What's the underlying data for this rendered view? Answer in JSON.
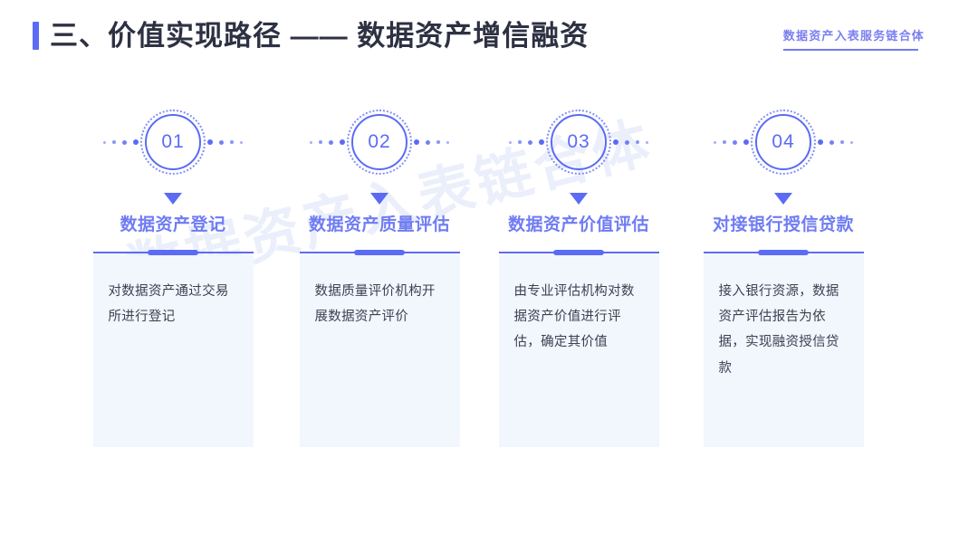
{
  "header": {
    "title": "三、价值实现路径 ——  数据资产增信融资",
    "brand": "数据资产入表服务链合体"
  },
  "watermark": "数据资产入表链合体",
  "colors": {
    "accent": "#5b6bf5",
    "title_blue": "#6f7cf3",
    "heading_dark": "#2d3142",
    "panel_bg": "#f2f6fd",
    "body_text": "#3c4152"
  },
  "steps": [
    {
      "number": "01",
      "title": "数据资产登记",
      "text": "对数据资产通过交易所进行登记"
    },
    {
      "number": "02",
      "title": "数据资产质量评估",
      "text": "数据质量评价机构开展数据资产评价"
    },
    {
      "number": "03",
      "title": "数据资产价值评估",
      "text": "由专业评估机构对数据资产价值进行评估，确定其价值"
    },
    {
      "number": "04",
      "title": "对接银行授信贷款",
      "text": "接入银行资源，数据资产评估报告为依据，实现融资授信贷款"
    }
  ]
}
